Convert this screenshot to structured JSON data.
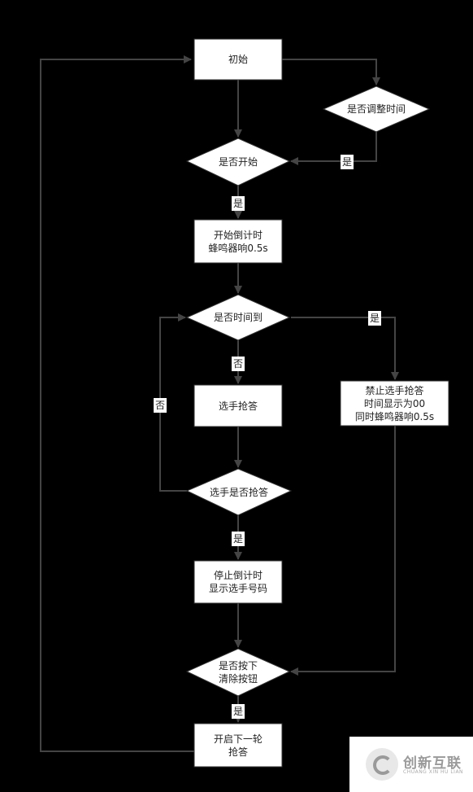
{
  "nodes": {
    "init": "初始",
    "adjust_time": "是否调整时间",
    "start_q": "是否开始",
    "countdown": "开始倒计时\n蜂鸣器响0.5s",
    "time_up_q": "是否时间到",
    "answer": "选手抢答",
    "timeout": "禁止选手抢答\n时间显示为00\n同时蜂鸣器响0.5s",
    "grab_q": "选手是否抢答",
    "stop": "停止倒计时\n显示选手号码",
    "clear_q": "是否按下\n清除按钮",
    "next": "开启下一轮\n抢答"
  },
  "edge_labels": {
    "yes": "是",
    "no": "否"
  },
  "watermark": {
    "title": "创新互联",
    "subtitle": "CHUANG XIN HU LIAN"
  }
}
